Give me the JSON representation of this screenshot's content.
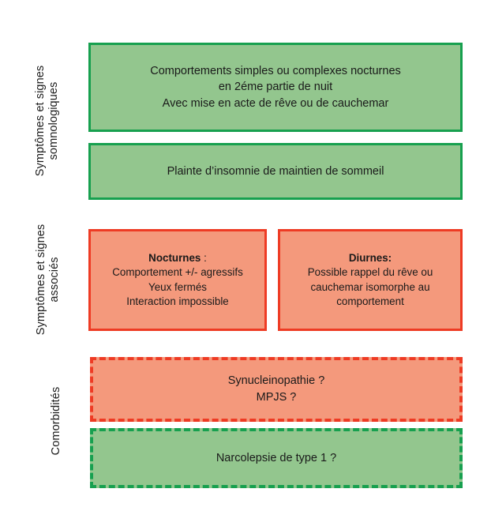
{
  "figure": {
    "type": "clinical-criteria-diagram",
    "language": "fr",
    "background": "#ffffff"
  },
  "colors": {
    "green_fill": "#93c68e",
    "green_border": "#17a04f",
    "red_fill": "#f4997c",
    "red_border": "#ee3b24",
    "text": "#1a1a1a"
  },
  "rows": [
    {
      "id": "somnologiques",
      "label_line1": "Symptômes et signes",
      "label_line2": "somnologiques"
    },
    {
      "id": "associes",
      "label_line1": "Symptômes et signes",
      "label_line2": "associés"
    },
    {
      "id": "comorbidites",
      "label_line1": "Comorbidités",
      "label_line2": ""
    }
  ],
  "boxes": {
    "nocturnal_behaviours": {
      "style": "green-solid",
      "line1": "Comportements simples ou complexes  nocturnes",
      "line2": "en 2éme partie de nuit",
      "line3": "Avec mise en acte de rêve ou de cauchemar"
    },
    "insomnia_complaint": {
      "style": "green-solid",
      "line1": "Plainte d’insomnie de maintien de sommeil"
    },
    "assoc_nocturnes": {
      "style": "red-solid",
      "heading": "Nocturnes",
      "heading_suffix": " :",
      "line1": "Comportement +/- agressifs",
      "line2": "Yeux fermés",
      "line3": "Interaction impossible"
    },
    "assoc_diurnes": {
      "style": "red-solid",
      "heading": "Diurnes:",
      "line1": "Possible rappel du rêve ou",
      "line2": "cauchemar isomorphe au",
      "line3": "comportement"
    },
    "comorbid_synuclein": {
      "style": "red-dashed",
      "line1": "Synucleinopathie ?",
      "line2": "MPJS ?"
    },
    "comorbid_narcolepsy": {
      "style": "green-dashed",
      "line1": "Narcolepsie de type 1 ?"
    }
  }
}
